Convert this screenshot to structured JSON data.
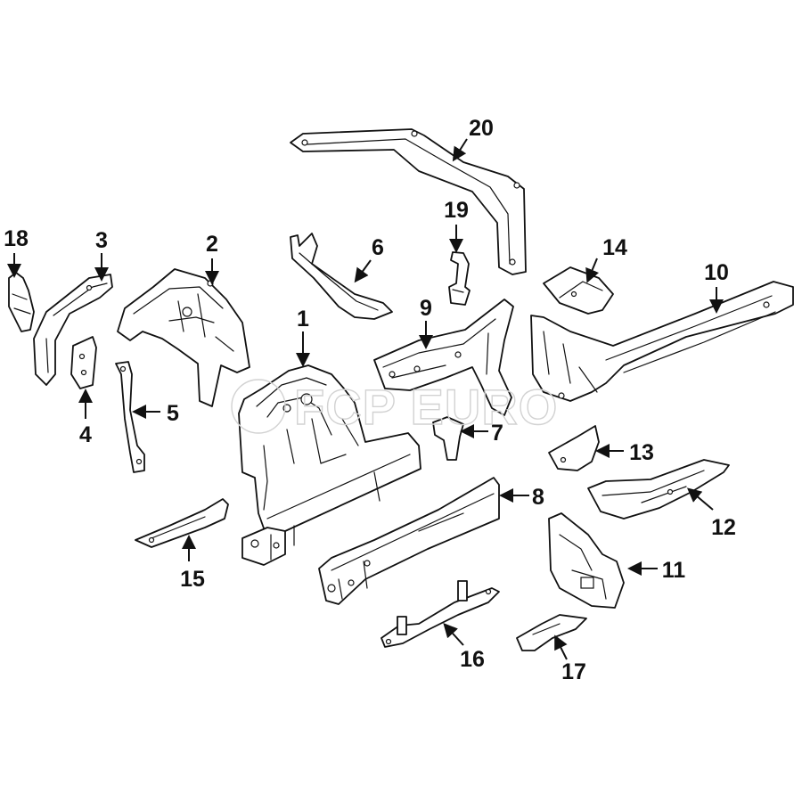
{
  "watermark": "FCP EURO",
  "callouts": [
    {
      "id": "1",
      "label": "1"
    },
    {
      "id": "2",
      "label": "2"
    },
    {
      "id": "3",
      "label": "3"
    },
    {
      "id": "4",
      "label": "4"
    },
    {
      "id": "5",
      "label": "5"
    },
    {
      "id": "6",
      "label": "6"
    },
    {
      "id": "7",
      "label": "7"
    },
    {
      "id": "8",
      "label": "8"
    },
    {
      "id": "9",
      "label": "9"
    },
    {
      "id": "10",
      "label": "10"
    },
    {
      "id": "11",
      "label": "11"
    },
    {
      "id": "12",
      "label": "12"
    },
    {
      "id": "13",
      "label": "13"
    },
    {
      "id": "14",
      "label": "14"
    },
    {
      "id": "15",
      "label": "15"
    },
    {
      "id": "16",
      "label": "16"
    },
    {
      "id": "17",
      "label": "17"
    },
    {
      "id": "18",
      "label": "18"
    },
    {
      "id": "19",
      "label": "19"
    },
    {
      "id": "20",
      "label": "20"
    }
  ]
}
